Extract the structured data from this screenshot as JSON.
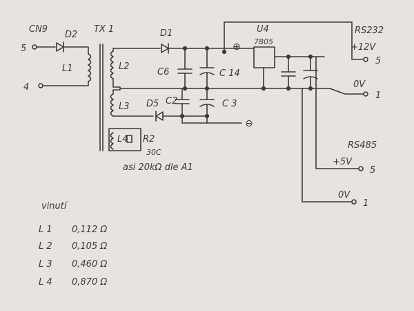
{
  "labels": {
    "can9": "CN9",
    "d2": "D2",
    "tx1": "TX 1",
    "d1": "D1",
    "u4": "U4",
    "rs232": "RS232",
    "u4_part": "7805",
    "pin5_left": "5",
    "pin4_left": "4",
    "l1": "L1",
    "l2": "L2",
    "l3": "L3",
    "c6": "C6",
    "c14": "C 14",
    "c2": "C2",
    "c3": "C 3",
    "d5": "D5",
    "l4": "L4",
    "r2": "R2",
    "r2_value": "30C",
    "r2_note": "asi 20kΩ dle A1",
    "plus_12v": "+12V",
    "out_5_top": "5",
    "zero_v_top": "0V",
    "out_1_top": "1",
    "minus": "⊖",
    "plus_sign": "⊕",
    "rs485": "RS485",
    "plus_5v": "+5V",
    "out_5_mid": "5",
    "zero_v_bottom": "0V",
    "out_1_bottom": "1"
  },
  "windings": {
    "title": "vinutí",
    "rows": [
      {
        "name": "L 1",
        "value": "0,112 Ω"
      },
      {
        "name": "L 2",
        "value": "0,105 Ω"
      },
      {
        "name": "L 3",
        "value": "0,460 Ω"
      },
      {
        "name": "L 4",
        "value": "0,870 Ω"
      }
    ]
  }
}
